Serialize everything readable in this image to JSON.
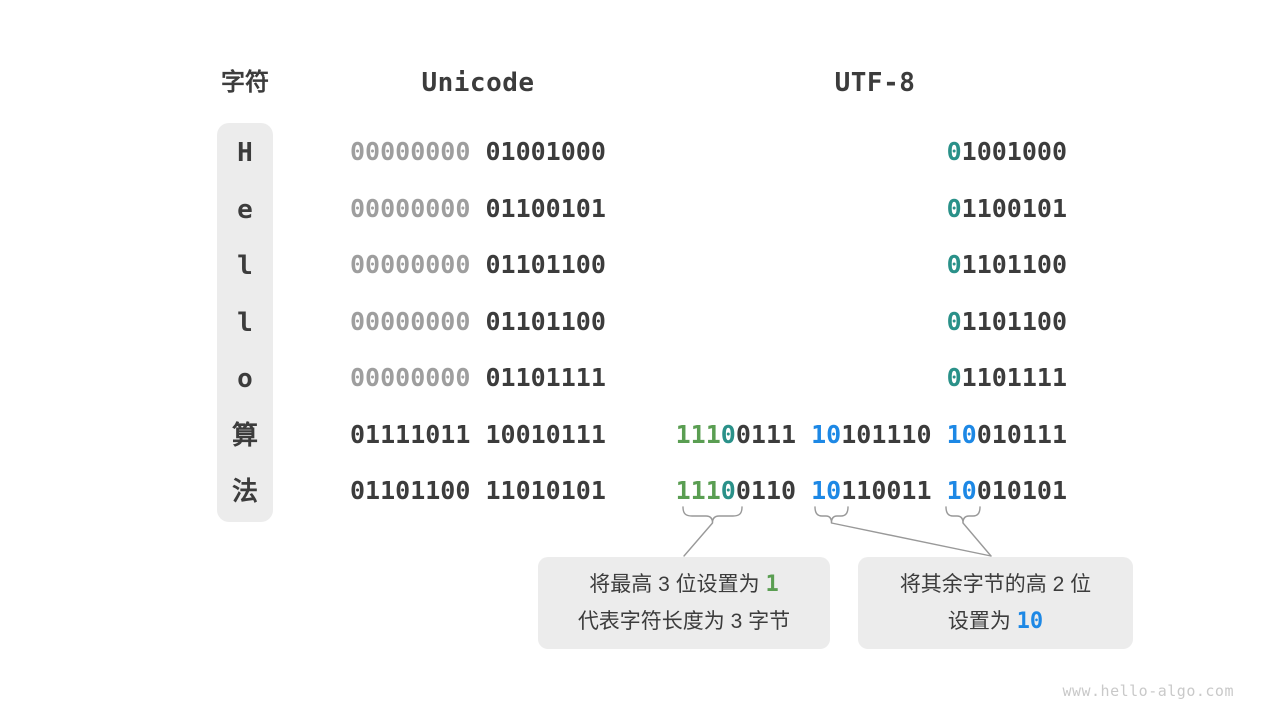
{
  "headers": {
    "char": "字符",
    "unicode": "Unicode",
    "utf8": "UTF-8"
  },
  "colors": {
    "text": "#3c3c3c",
    "muted_zero_byte": "#9e9e9e",
    "length_prefix_green": "#5a9e52",
    "prefix_terminator_teal": "#2a9189",
    "continuation_blue": "#1d88e5",
    "callout_background": "#ececec",
    "annotation_line": "#999999",
    "watermark": "#c9c9c9"
  },
  "rows": [
    {
      "char": "H",
      "unicode": [
        [
          "00000000",
          "m"
        ],
        [
          " 01001000",
          "t"
        ]
      ],
      "utf8": [
        [
          "0",
          "c"
        ],
        [
          "1001000",
          "t"
        ]
      ]
    },
    {
      "char": "e",
      "unicode": [
        [
          "00000000",
          "m"
        ],
        [
          " 01100101",
          "t"
        ]
      ],
      "utf8": [
        [
          "0",
          "c"
        ],
        [
          "1100101",
          "t"
        ]
      ]
    },
    {
      "char": "l",
      "unicode": [
        [
          "00000000",
          "m"
        ],
        [
          " 01101100",
          "t"
        ]
      ],
      "utf8": [
        [
          "0",
          "c"
        ],
        [
          "1101100",
          "t"
        ]
      ]
    },
    {
      "char": "l",
      "unicode": [
        [
          "00000000",
          "m"
        ],
        [
          " 01101100",
          "t"
        ]
      ],
      "utf8": [
        [
          "0",
          "c"
        ],
        [
          "1101100",
          "t"
        ]
      ]
    },
    {
      "char": "o",
      "unicode": [
        [
          "00000000",
          "m"
        ],
        [
          " 01101111",
          "t"
        ]
      ],
      "utf8": [
        [
          "0",
          "c"
        ],
        [
          "1101111",
          "t"
        ]
      ]
    },
    {
      "char": "算",
      "unicode": [
        [
          "01111011 10010111",
          "t"
        ]
      ],
      "utf8": [
        [
          "111",
          "g"
        ],
        [
          "0",
          "c"
        ],
        [
          "0111 ",
          "t"
        ],
        [
          "10",
          "b"
        ],
        [
          "101110 ",
          "t"
        ],
        [
          "10",
          "b"
        ],
        [
          "010111",
          "t"
        ]
      ]
    },
    {
      "char": "法",
      "unicode": [
        [
          "01101100 11010101",
          "t"
        ]
      ],
      "utf8": [
        [
          "111",
          "g"
        ],
        [
          "0",
          "c"
        ],
        [
          "0110 ",
          "t"
        ],
        [
          "10",
          "b"
        ],
        [
          "110011 ",
          "t"
        ],
        [
          "10",
          "b"
        ],
        [
          "010101",
          "t"
        ]
      ]
    }
  ],
  "callouts": {
    "box1": {
      "lines": [
        [
          [
            "将最高 3 位设置为 ",
            "t"
          ],
          [
            "1",
            "hl-g"
          ]
        ],
        [
          [
            "代表字符长度为 3 字节",
            "t"
          ]
        ]
      ]
    },
    "box2": {
      "lines": [
        [
          [
            "将其余字节的高 2 位",
            "t"
          ]
        ],
        [
          [
            "设置为 ",
            "t"
          ],
          [
            "10",
            "hl-b"
          ]
        ]
      ]
    }
  },
  "watermark": "www.hello-algo.com"
}
